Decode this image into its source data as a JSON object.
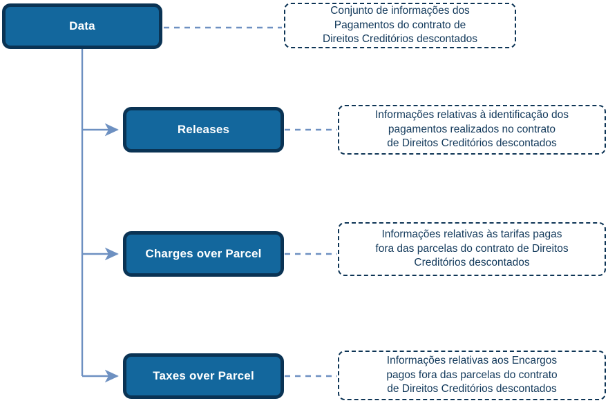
{
  "diagram": {
    "title": "Data",
    "accent_box_fill": "#13679d",
    "accent_box_border": "#0a3354",
    "connector_color": "#6d90c1",
    "note_border_color": "#0d3455",
    "note_text_color": "#11385a",
    "background": "#ffffff"
  },
  "nodes": [
    {
      "id": "data",
      "label": "Data"
    },
    {
      "id": "releases",
      "label": "Releases"
    },
    {
      "id": "charges-over-parcel",
      "label": "Charges over Parcel"
    },
    {
      "id": "taxes-over-parcel",
      "label": "Taxes over Parcel"
    }
  ],
  "notes": [
    {
      "id": "note-data",
      "for": "data",
      "lines": [
        "Conjunto de informações dos",
        "Pagamentos do contrato de",
        "Direitos Creditórios descontados"
      ]
    },
    {
      "id": "note-releases",
      "for": "releases",
      "lines": [
        "Informações relativas à identificação dos",
        "pagamentos realizados no contrato",
        "de Direitos Creditórios descontados"
      ]
    },
    {
      "id": "note-charges",
      "for": "charges-over-parcel",
      "lines": [
        "Informações relativas às tarifas pagas",
        "fora das parcelas do contrato de Direitos",
        "Creditórios descontados"
      ]
    },
    {
      "id": "note-taxes",
      "for": "taxes-over-parcel",
      "lines": [
        "Informações relativas aos Encargos",
        "pagos fora das parcelas do contrato",
        "de Direitos Creditórios descontados"
      ]
    }
  ]
}
